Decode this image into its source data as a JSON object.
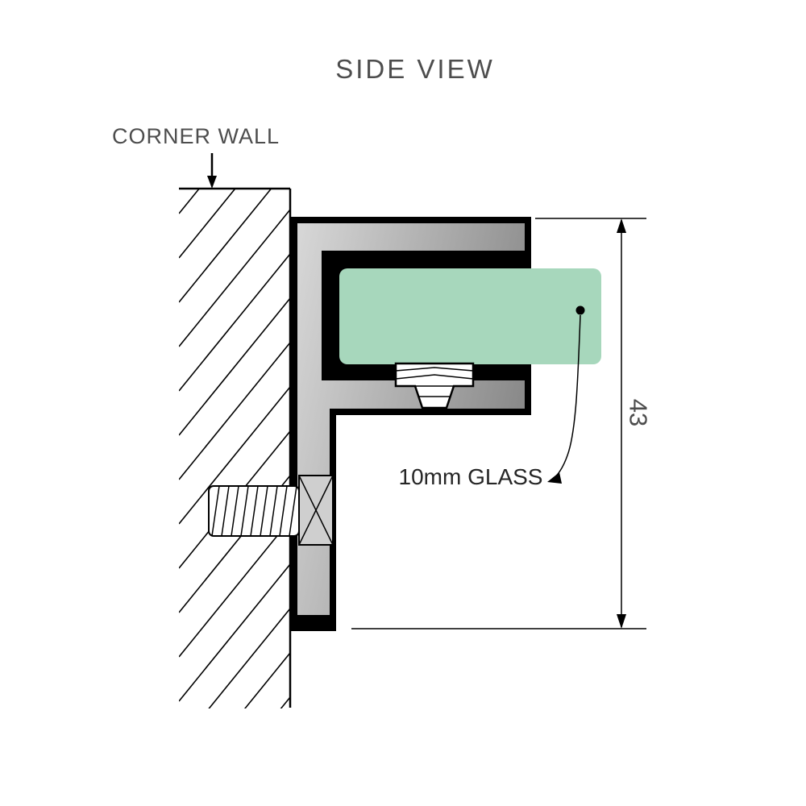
{
  "diagram": {
    "title": "SIDE VIEW",
    "wall_label": "CORNER WALL",
    "glass_label": "10mm GLASS",
    "dimension_value": "43",
    "colors": {
      "glass": "#a7d7bc",
      "metal_light": "#d9d9d9",
      "metal_dark": "#8a8a8a",
      "outline": "#000000",
      "text": "#4d4d4d"
    }
  }
}
